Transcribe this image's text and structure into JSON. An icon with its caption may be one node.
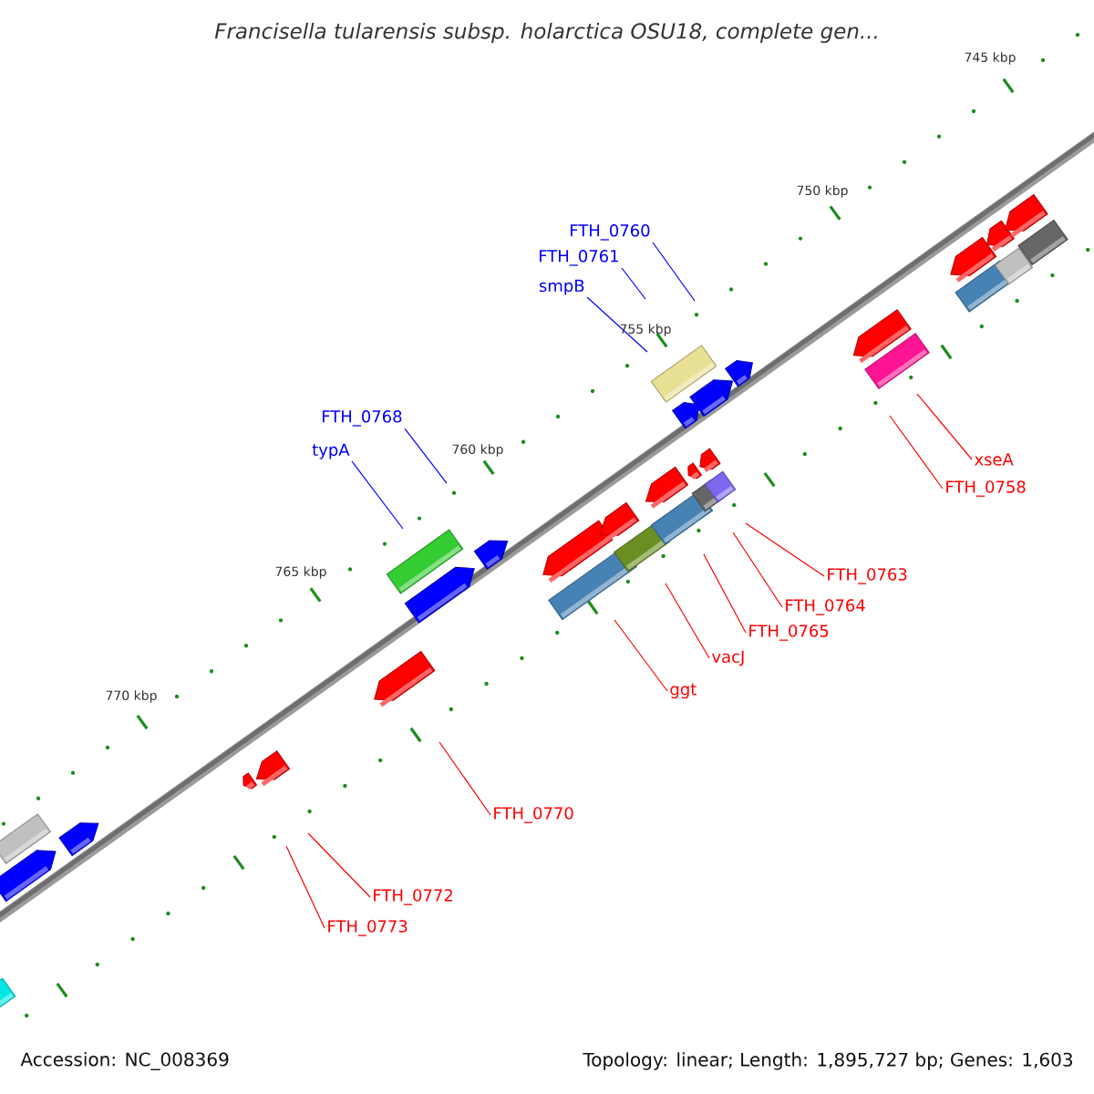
{
  "diagram": {
    "title": "Francisella tularensis subsp. holarctica OSU18, complete gen...",
    "nodes": [
      {
        "text": [
          "FTH_0760"
        ]
      },
      {
        "text": [
          "FTH_0761"
        ]
      },
      {
        "text": [
          "smpB"
        ]
      },
      {
        "text": [
          "FTH_0768"
        ]
      },
      {
        "text": [
          "typA"
        ]
      },
      {
        "text": [
          "xseA"
        ]
      },
      {
        "text": [
          "FTH_0758"
        ]
      },
      {
        "text": [
          "FTH_0763"
        ]
      },
      {
        "text": [
          "FTH_0764"
        ]
      },
      {
        "text": [
          "FTH_0765"
        ]
      },
      {
        "text": [
          "vacJ"
        ]
      },
      {
        "text": [
          "ggt"
        ]
      },
      {
        "text": [
          "FTH_0770"
        ]
      },
      {
        "text": [
          "FTH_0772"
        ]
      },
      {
        "text": [
          "FTH_0773"
        ]
      }
    ],
    "edges": [
      {
        "from": 0,
        "to": null,
        "arrow": "none",
        "color": "#0000ff"
      },
      {
        "from": 1,
        "to": null,
        "arrow": "none",
        "color": "#0000ff"
      },
      {
        "from": 2,
        "to": null,
        "arrow": "none",
        "color": "#0000ff"
      },
      {
        "from": 3,
        "to": null,
        "arrow": "none",
        "color": "#0000ff"
      },
      {
        "from": 4,
        "to": null,
        "arrow": "none",
        "color": "#0000ff"
      },
      {
        "from": 5,
        "to": null,
        "arrow": "none"
      },
      {
        "from": 6,
        "to": null,
        "arrow": "none"
      },
      {
        "from": 7,
        "to": null,
        "arrow": "none"
      },
      {
        "from": 8,
        "to": null,
        "arrow": "none"
      },
      {
        "from": 9,
        "to": null,
        "arrow": "none"
      },
      {
        "from": 10,
        "to": null,
        "arrow": "none"
      },
      {
        "from": 11,
        "to": null,
        "arrow": "none"
      },
      {
        "from": 12,
        "to": null,
        "arrow": "none"
      },
      {
        "from": 13,
        "to": null,
        "arrow": "none"
      },
      {
        "from": 14,
        "to": null,
        "arrow": "none"
      }
    ],
    "labels": [
      "745 kbp",
      "750 kbp",
      "755 kbp",
      "760 kbp",
      "765 kbp",
      "770 kbp",
      "Accession: NC_008369",
      "Topology: linear; Length: 1,895,727 bp; Genes: 1,603"
    ]
  }
}
